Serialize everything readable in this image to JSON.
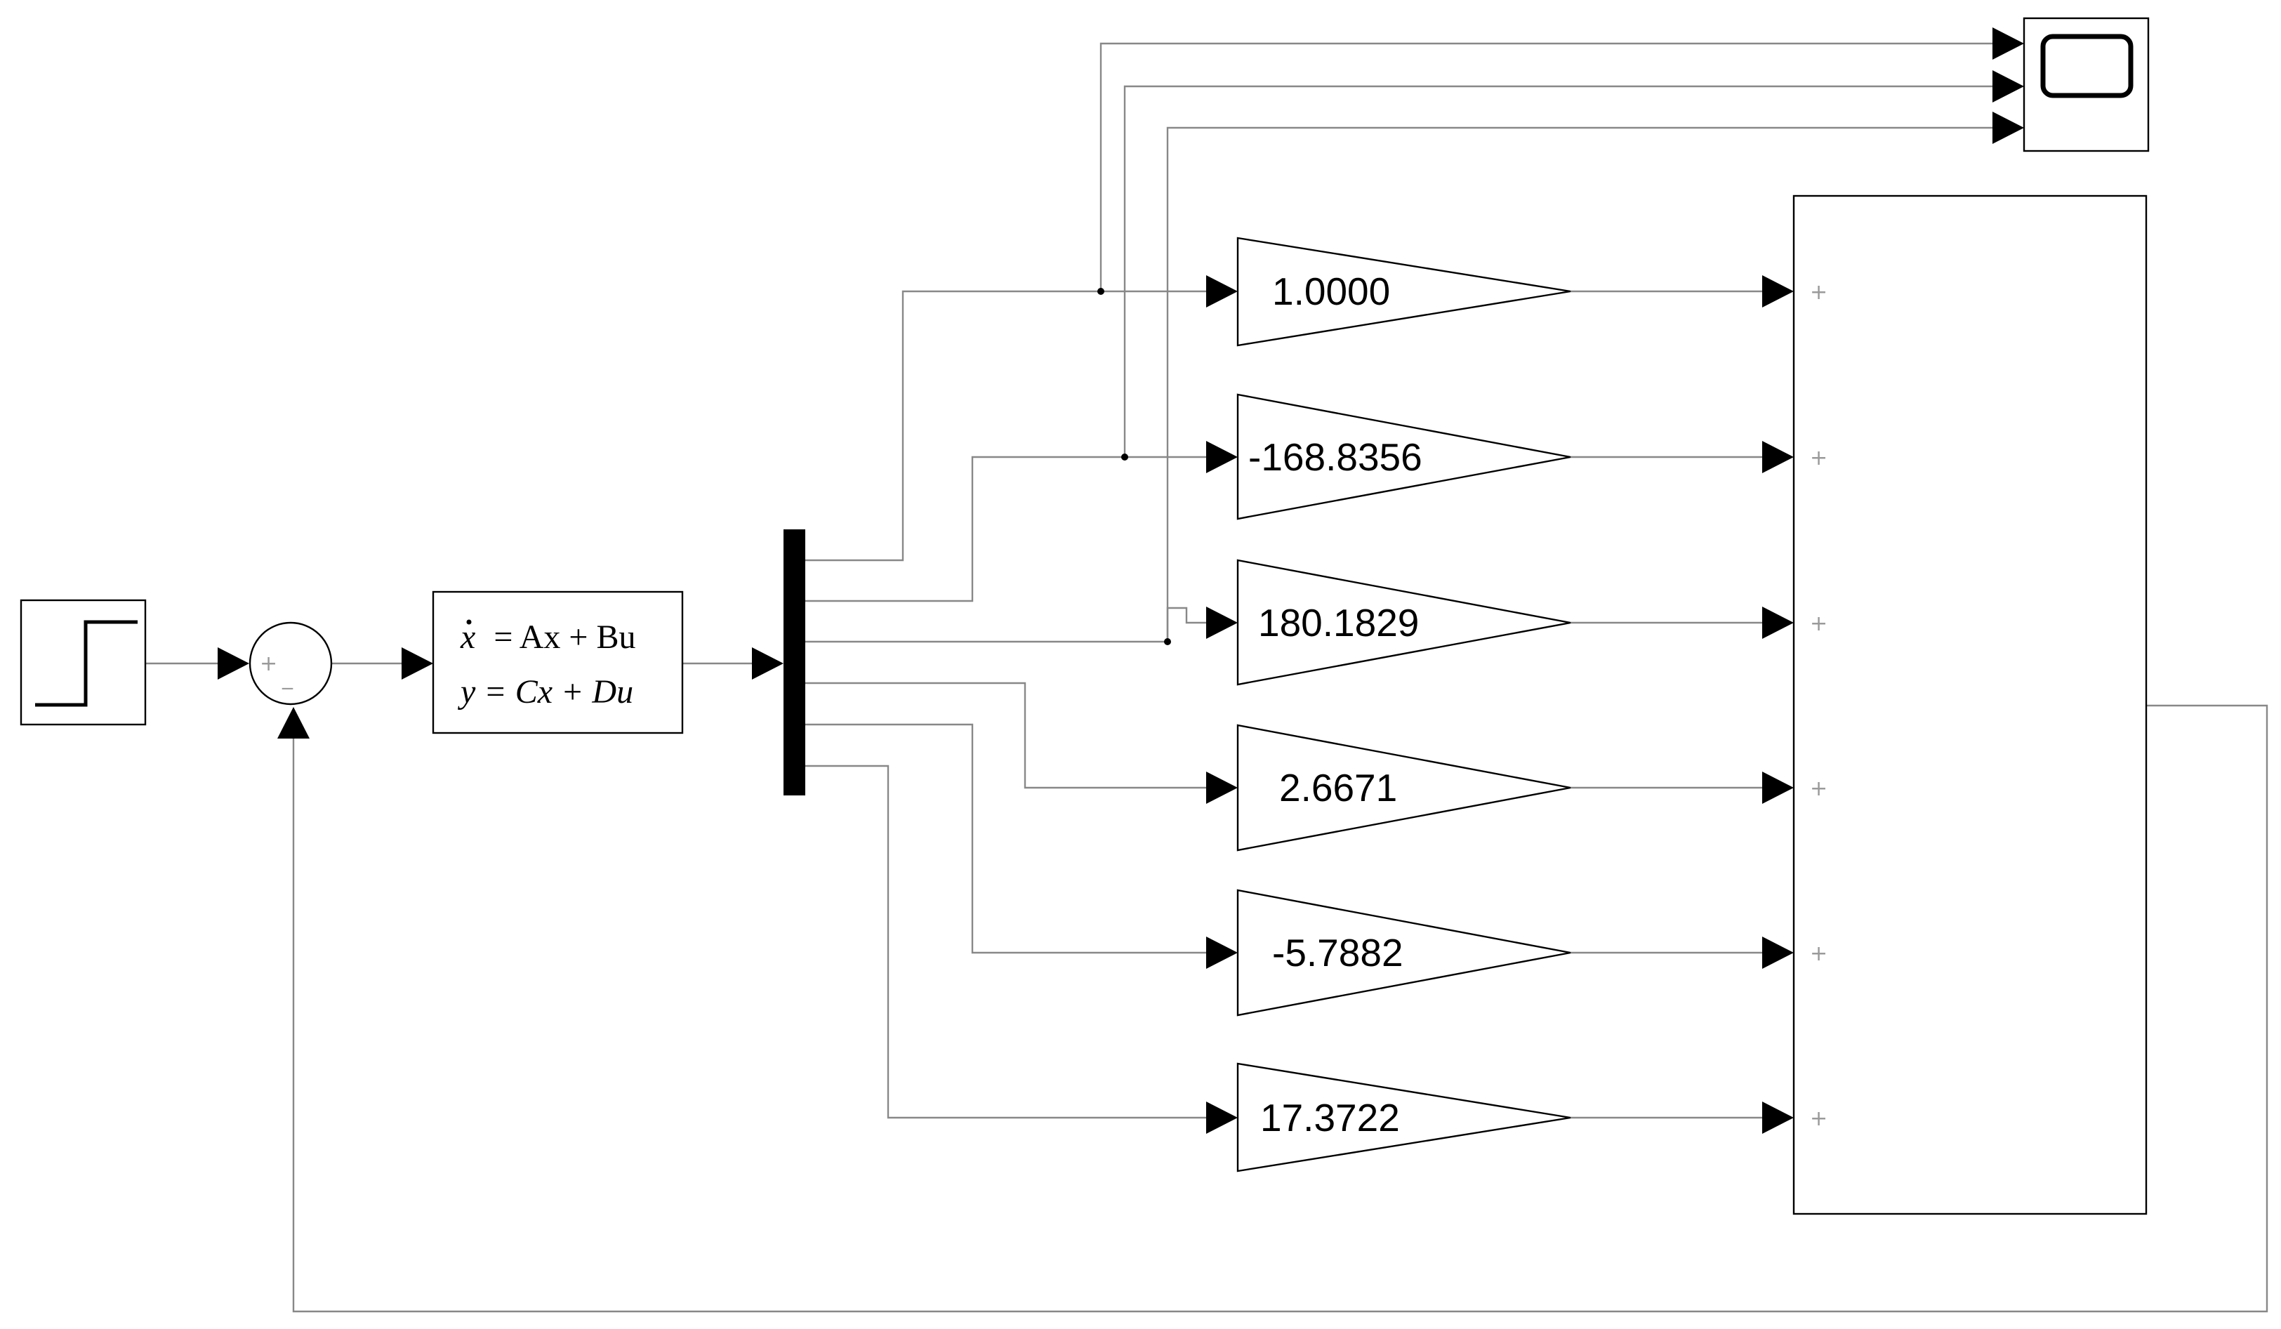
{
  "colors": {
    "wire": "#888888",
    "block_border": "#000000",
    "background": "#ffffff",
    "port_sign": "#9a9a9a"
  },
  "step_block": {
    "icon": "step-icon"
  },
  "sum_block": {
    "signs": [
      "+",
      "_"
    ]
  },
  "state_space": {
    "line1": {
      "lhs": "x",
      "rhs": "= Ax + Bu"
    },
    "line2": "y = Cx + Du"
  },
  "mux": {
    "outputs": 6
  },
  "scope": {
    "icon": "scope-screen-icon",
    "inputs": 3
  },
  "gains": [
    {
      "value": "1.0000"
    },
    {
      "value": "-168.8356"
    },
    {
      "value": "180.1829"
    },
    {
      "value": "2.6671"
    },
    {
      "value": "-5.7882"
    },
    {
      "value": "17.3722"
    }
  ],
  "output_sum": {
    "signs": [
      "+",
      "+",
      "+",
      "+",
      "+",
      "+"
    ]
  }
}
